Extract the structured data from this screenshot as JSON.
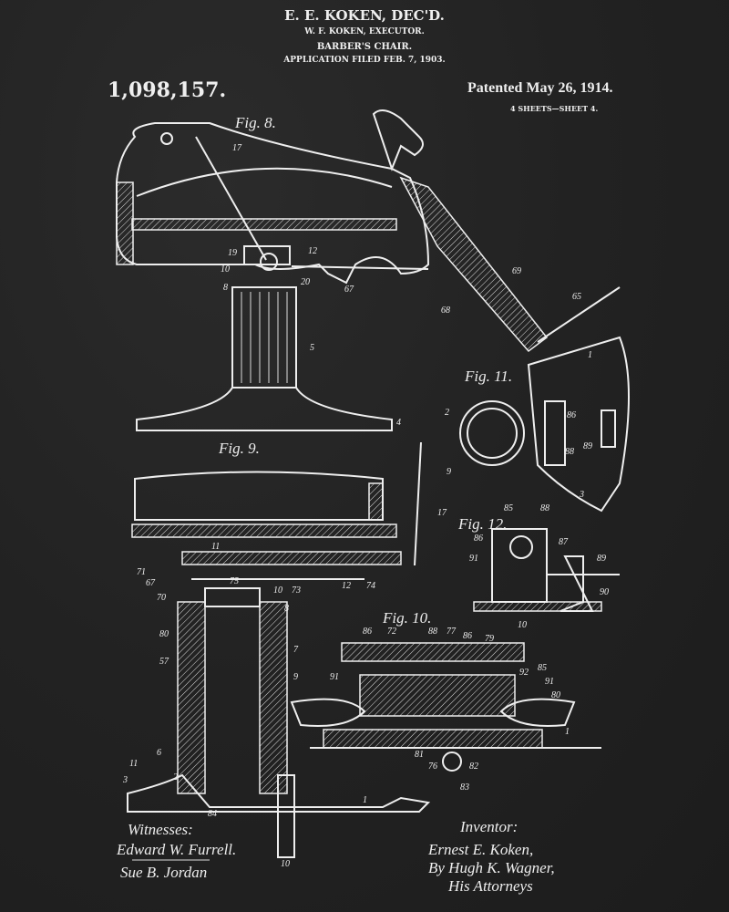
{
  "header": {
    "applicant": "E. E. KOKEN, DEC'D.",
    "executor": "W. F. KOKEN, EXECUTOR.",
    "title": "BARBER'S CHAIR.",
    "filed": "APPLICATION FILED FEB. 7, 1903.",
    "patent_number": "1,098,157.",
    "patented": "Patented May 26, 1914.",
    "sheets": "4 SHEETS—SHEET 4."
  },
  "figures": {
    "fig8": "Fig. 8.",
    "fig9": "Fig. 9.",
    "fig10": "Fig. 10.",
    "fig11": "Fig. 11.",
    "fig12": "Fig. 12."
  },
  "refs": {
    "fig8": [
      "17",
      "19",
      "12",
      "10",
      "20",
      "8",
      "67",
      "5",
      "4",
      "69",
      "68",
      "65"
    ],
    "fig9": [
      "11",
      "17",
      "71",
      "67",
      "70",
      "75",
      "73",
      "12",
      "74",
      "10",
      "8",
      "80",
      "57",
      "7",
      "9",
      "6",
      "2",
      "3",
      "1",
      "84",
      "10",
      "11"
    ],
    "fig10": [
      "86",
      "72",
      "88",
      "77",
      "86",
      "79",
      "85",
      "91",
      "92",
      "91",
      "80",
      "81",
      "76",
      "82",
      "83",
      "1"
    ],
    "fig11": [
      "1",
      "2",
      "9",
      "3",
      "86",
      "89",
      "88"
    ],
    "fig12": [
      "85",
      "88",
      "86",
      "87",
      "91",
      "89",
      "90",
      "10"
    ]
  },
  "signatures": {
    "witnesses_label": "Witnesses:",
    "witness1": "Edward W. Furrell.",
    "witness2": "Sue B. Jordan",
    "inventor_label": "Inventor:",
    "inventor": "Ernest E. Koken,",
    "attorney": "By Hugh K. Wagner,",
    "attorney_role": "His Attorneys"
  }
}
